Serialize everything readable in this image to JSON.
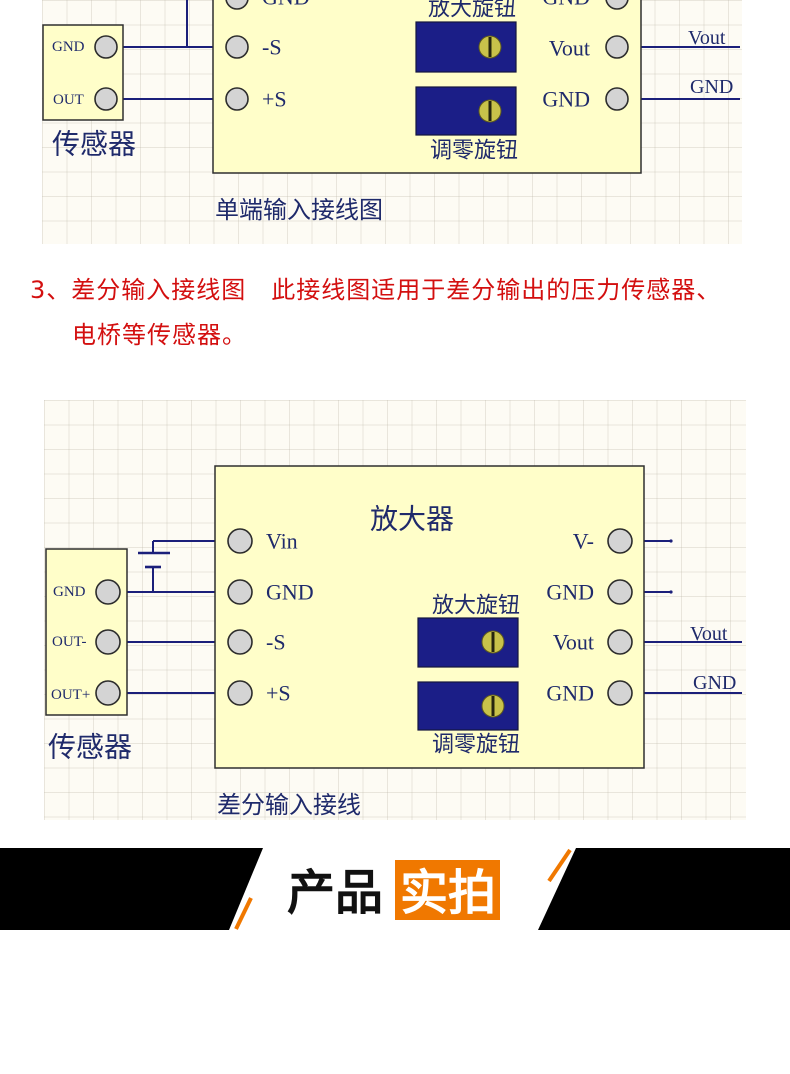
{
  "colors": {
    "wire": "#1b1f7a",
    "box_fill": "#fffec9",
    "box_border": "#2f2f2f",
    "pin_fill": "#d4d4d4",
    "pin_border": "#2c2c2c",
    "knob_fill": "#1b1e87",
    "knob_dial": "#c8c24a",
    "label_text": "#1f2a6b",
    "note_text": "#d30f0f",
    "banner_bg": "#000000",
    "banner_accent": "#f07800",
    "grid_bg": "#fdfbf4"
  },
  "single_ended_diagram": {
    "sensor": {
      "title": "传感器",
      "pins": [
        "GND",
        "OUT"
      ]
    },
    "amplifier": {
      "left_pins": [
        "GND",
        "-S",
        "+S"
      ],
      "right_pins": [
        "GND",
        "Vout",
        "GND"
      ],
      "gain_knob_label": "放大旋钮",
      "zero_knob_label": "调零旋钮"
    },
    "outputs": [
      "Vout",
      "GND"
    ],
    "caption": "单端输入接线图"
  },
  "note": {
    "line1": "3、差分输入接线图　此接线图适用于差分输出的压力传感器、",
    "line2": "电桥等传感器。"
  },
  "differential_diagram": {
    "sensor": {
      "title": "传感器",
      "pins": [
        "GND",
        "OUT-",
        "OUT+"
      ]
    },
    "amplifier": {
      "title": "放大器",
      "left_pins": [
        "Vin",
        "GND",
        "-S",
        "+S"
      ],
      "right_pins": [
        "V-",
        "GND",
        "Vout",
        "GND"
      ],
      "gain_knob_label": "放大旋钮",
      "zero_knob_label": "调零旋钮"
    },
    "outputs": [
      "Vout",
      "GND"
    ],
    "caption": "差分输入接线"
  },
  "banner": {
    "title_plain": "产品",
    "title_highlight": "实拍"
  }
}
